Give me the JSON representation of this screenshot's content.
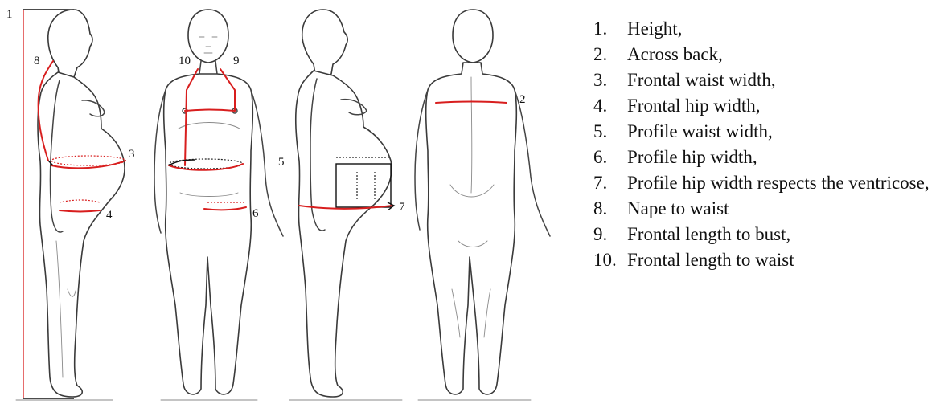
{
  "figure": {
    "callouts": {
      "c1": "1",
      "c2": "2",
      "c3": "3",
      "c4": "4",
      "c5": "5",
      "c6": "6",
      "c7": "7",
      "c8": "8",
      "c9": "9",
      "c10": "10"
    },
    "measure_color": "#d81e1e",
    "outline_color": "#3a3a3a"
  },
  "legend": {
    "items": [
      {
        "num": "1.",
        "text": "Height,"
      },
      {
        "num": "2.",
        "text": "Across back,"
      },
      {
        "num": "3.",
        "text": "Frontal waist width,"
      },
      {
        "num": "4.",
        "text": "Frontal hip width,"
      },
      {
        "num": "5.",
        "text": "Profile waist width,"
      },
      {
        "num": "6.",
        "text": "Profile hip width,"
      },
      {
        "num": "7.",
        "text": "Profile hip width respects the ventricose,"
      },
      {
        "num": "8.",
        "text": "Nape to waist"
      },
      {
        "num": "9.",
        "text": "Frontal length to bust,"
      },
      {
        "num": "10.",
        "text": "Frontal length to waist"
      }
    ]
  }
}
